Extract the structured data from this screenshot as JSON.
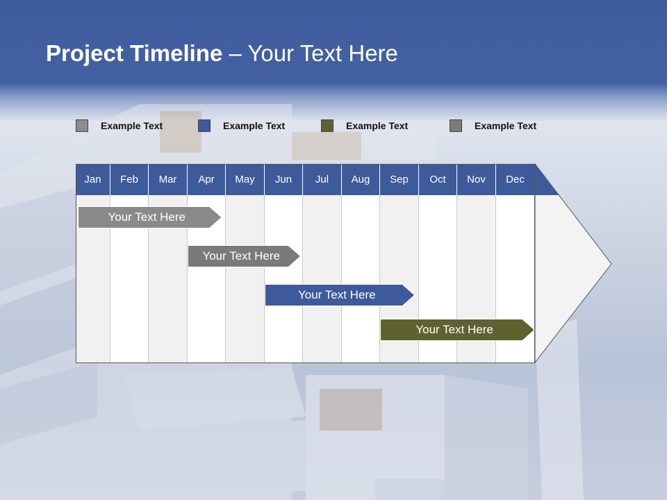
{
  "title": {
    "bold": "Project Timeline",
    "rest": " – Your Text Here"
  },
  "legend": [
    {
      "label": "Example Text",
      "color": "#8c8c8c"
    },
    {
      "label": "Example Text",
      "color": "#3d5a9a"
    },
    {
      "label": "Example Text",
      "color": "#5e6230"
    },
    {
      "label": "Example Text",
      "color": "#7b7b7b"
    }
  ],
  "months": [
    "Jan",
    "Feb",
    "Mar",
    "Apr",
    "May",
    "Jun",
    "Jul",
    "Aug",
    "Sep",
    "Oct",
    "Nov",
    "Dec"
  ],
  "tasks": [
    {
      "label": "Your  Text Here",
      "start_month": 0.0,
      "end_month": 3.9,
      "color": "#8a8a8a"
    },
    {
      "label": "Your  Text Here",
      "start_month": 2.95,
      "end_month": 5.95,
      "color": "#7a7a7a"
    },
    {
      "label": "Your  Text Here",
      "start_month": 4.95,
      "end_month": 8.9,
      "color": "#3d5a9a"
    },
    {
      "label": "Your  Text Here",
      "start_month": 7.95,
      "end_month": 12.0,
      "color": "#5e6230"
    }
  ],
  "colors": {
    "header": "#3d5a9a",
    "title_band": "#4462a3"
  }
}
